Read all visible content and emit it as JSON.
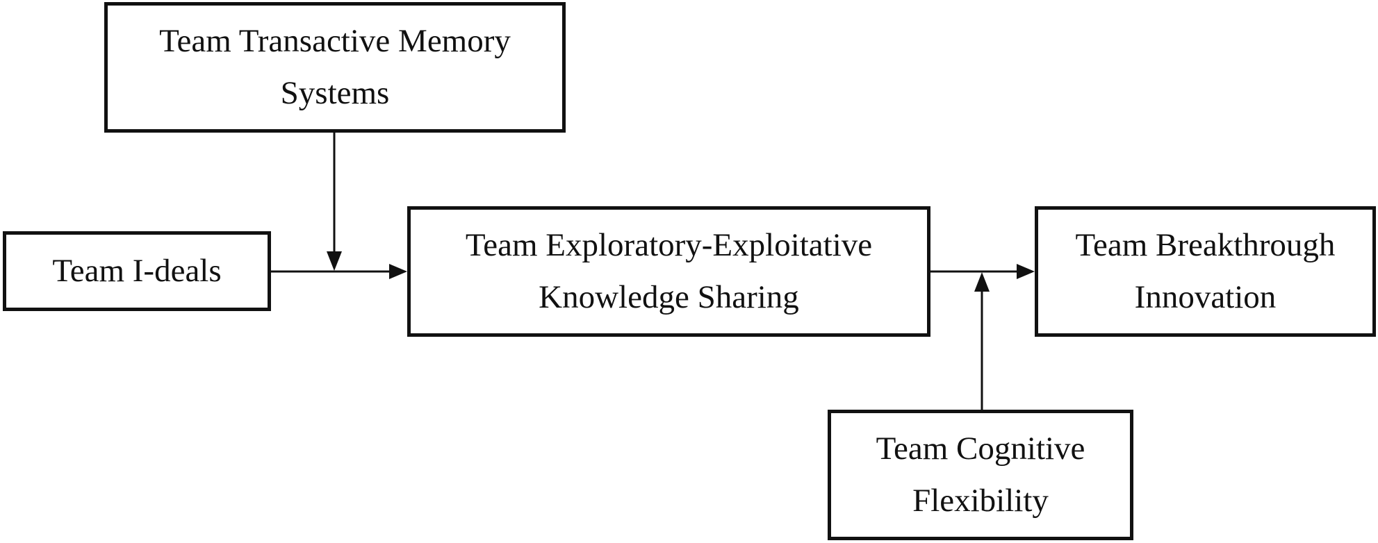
{
  "diagram": {
    "nodes": {
      "transactive_memory": {
        "line1": "Team Transactive Memory",
        "line2": "Systems"
      },
      "ideals": {
        "line1": "Team I-deals"
      },
      "knowledge_sharing": {
        "line1": "Team Exploratory-Exploitative",
        "line2": "Knowledge Sharing"
      },
      "breakthrough": {
        "line1": "Team Breakthrough",
        "line2": "Innovation"
      },
      "cognitive_flexibility": {
        "line1": "Team Cognitive",
        "line2": "Flexibility"
      }
    },
    "edges": [
      {
        "from": "Team I-deals",
        "to": "Team Exploratory-Exploitative Knowledge Sharing",
        "type": "direct"
      },
      {
        "from": "Team Transactive Memory Systems",
        "to": "Team I-deals → Team Exploratory-Exploitative Knowledge Sharing",
        "type": "moderation"
      },
      {
        "from": "Team Exploratory-Exploitative Knowledge Sharing",
        "to": "Team Breakthrough Innovation",
        "type": "direct"
      },
      {
        "from": "Team Cognitive Flexibility",
        "to": "Team Exploratory-Exploitative Knowledge Sharing → Team Breakthrough Innovation",
        "type": "moderation"
      }
    ],
    "colors": {
      "stroke": "#111111",
      "background": "#ffffff"
    }
  }
}
